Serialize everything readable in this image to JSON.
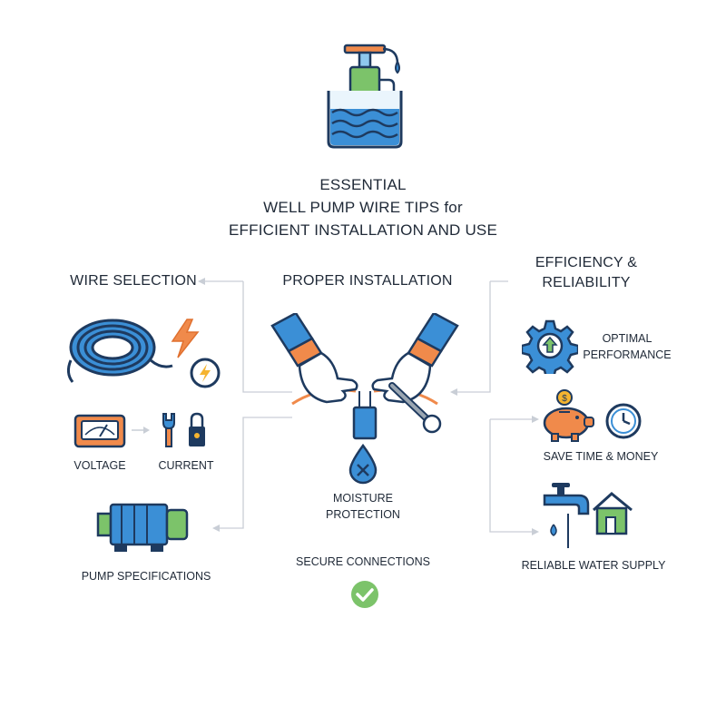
{
  "title": {
    "line1": "ESSENTIAL",
    "line2": "WELL PUMP WIRE TIPS for",
    "line3": "EFFICIENT INSTALLATION AND USE"
  },
  "left": {
    "heading": "WIRE SELECTION",
    "voltage": "VOLTAGE",
    "current": "CURRENT",
    "pump_specs": "PUMP SPECIFICATIONS"
  },
  "center": {
    "heading": "PROPER INSTALLATION",
    "moisture_line1": "MOISTURE",
    "moisture_line2": "PROTECTION",
    "secure": "SECURE CONNECTIONS"
  },
  "right": {
    "heading_line1": "EFFICIENCY &",
    "heading_line2": "RELIABILITY",
    "optimal_line1": "OPTIMAL",
    "optimal_line2": "PERFORMANCE",
    "save": "SAVE TIME & MONEY",
    "reliable": "RELIABLE WATER SUPPLY"
  },
  "colors": {
    "navy": "#1e3a5f",
    "blue": "#3b8fd6",
    "light_blue": "#8ec8ee",
    "green": "#7cc36a",
    "orange": "#f08a4b",
    "yellow": "#f5b430"
  }
}
